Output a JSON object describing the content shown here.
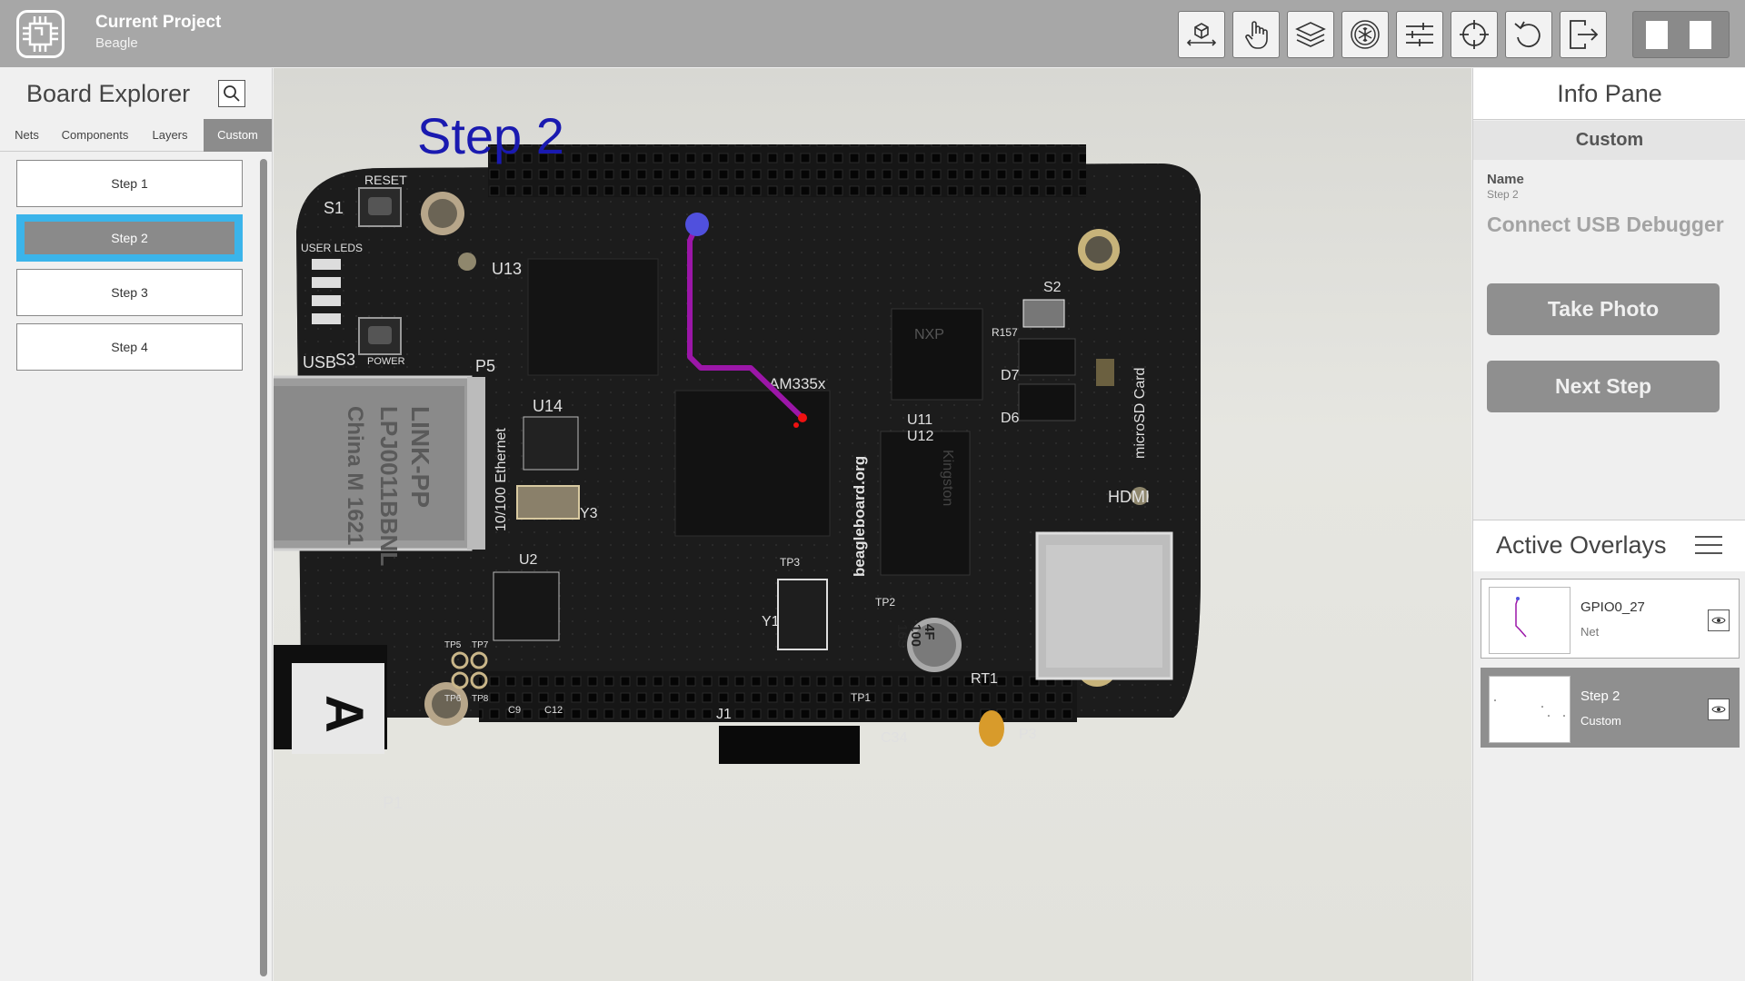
{
  "header": {
    "project_title": "Current Project",
    "project_name": "Beagle",
    "tools": [
      {
        "name": "board-view-icon"
      },
      {
        "name": "hand-pointer-icon"
      },
      {
        "name": "layers-icon"
      },
      {
        "name": "snowflake-settings-icon"
      },
      {
        "name": "sliders-icon"
      },
      {
        "name": "crosshair-icon"
      },
      {
        "name": "undo-icon"
      },
      {
        "name": "exit-icon"
      }
    ]
  },
  "explorer": {
    "title": "Board Explorer",
    "tabs": [
      "Nets",
      "Components",
      "Layers",
      "Custom"
    ],
    "active_tab": "Custom",
    "steps": [
      "Step 1",
      "Step 2",
      "Step 3",
      "Step 4"
    ],
    "active_step": "Step 2"
  },
  "canvas": {
    "heading": "Step 2",
    "board_labels": [
      "RESET",
      "S1",
      "USER LEDS",
      "U13",
      "USB",
      "S3",
      "POWER",
      "P5",
      "LINK-PP",
      "LPJ0011BBNL",
      "China M 1621",
      "10/100 Ethernet",
      "U14",
      "AM335x",
      "beagleboard.org",
      "U11",
      "U12",
      "Kingston",
      "NXP",
      "microSD Card",
      "HDMI",
      "S2",
      "D7",
      "D6",
      "R157",
      "Y3",
      "U2",
      "TP3",
      "TP2",
      "Y1",
      "TP1",
      "J1",
      "C34",
      "RT1",
      "P3",
      "P1",
      "TP5",
      "TP7",
      "TP6",
      "TP8",
      "C9",
      "C12",
      "4F",
      "100",
      "16S",
      "A"
    ]
  },
  "info": {
    "title": "Info Pane",
    "section": "Custom",
    "name_label": "Name",
    "name_value": "Step 2",
    "instruction": "Connect USB Debugger",
    "take_photo": "Take Photo",
    "next_step": "Next Step"
  },
  "overlays": {
    "title": "Active Overlays",
    "items": [
      {
        "name": "GPIO0_27",
        "type": "Net",
        "selected": false
      },
      {
        "name": "Step 2",
        "type": "Custom",
        "selected": true
      }
    ]
  },
  "colors": {
    "topbar": "#a7a7a7",
    "accent": "#3bb4ea",
    "heading": "#1a1ab0",
    "trace": "#9b16a8",
    "start_dot": "#5050dd",
    "end_dot": "#ee1111"
  }
}
